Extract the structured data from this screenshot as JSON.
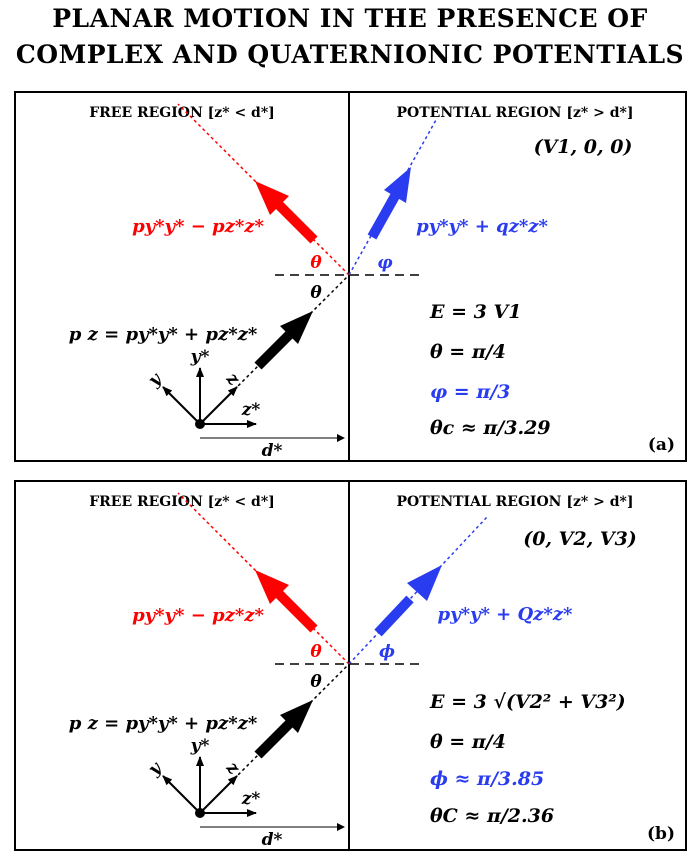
{
  "title": {
    "line1": "PLANAR MOTION IN THE PRESENCE OF",
    "line2": "COMPLEX AND QUATERNIONIC POTENTIALS"
  },
  "colors": {
    "reflected": "#ff0000",
    "transmitted": "#2a3cf0",
    "incident": "#000000"
  },
  "panels": [
    {
      "free_region": "FREE REGION [z* < d*]",
      "potential_region": "POTENTIAL REGION [z* > d*]",
      "potential": "(V1, 0, 0)",
      "reflected_label": "py*y* − pz*z*",
      "transmitted_label": "py*y* + qz*z*",
      "incident_label": "p z = py*y* + pz*z*",
      "angle_theta": "θ",
      "angle_refracted": "φ",
      "axis_y": "y",
      "axis_z": "z",
      "axis_ystar": "y*",
      "axis_zstar": "z*",
      "distance": "d*",
      "energy": "E = 3 V1",
      "theta_value": "θ = π/4",
      "refracted_value": "φ = π/3",
      "critical": "θc ≈ π/3.29",
      "panel_label": "(a)"
    },
    {
      "free_region": "FREE REGION [z* < d*]",
      "potential_region": "POTENTIAL REGION [z* > d*]",
      "potential": "(0, V2, V3)",
      "reflected_label": "py*y* − pz*z*",
      "transmitted_label": "py*y* + Qz*z*",
      "incident_label": "p z = py*y* + pz*z*",
      "angle_theta": "θ",
      "angle_refracted": "ϕ",
      "axis_y": "y",
      "axis_z": "z",
      "axis_ystar": "y*",
      "axis_zstar": "z*",
      "distance": "d*",
      "energy": "E = 3 √(V2² + V3²)",
      "theta_value": "θ = π/4",
      "refracted_value": "ϕ ≈ π/3.85",
      "critical": "θC ≈ π/2.36",
      "panel_label": "(b)"
    }
  ]
}
